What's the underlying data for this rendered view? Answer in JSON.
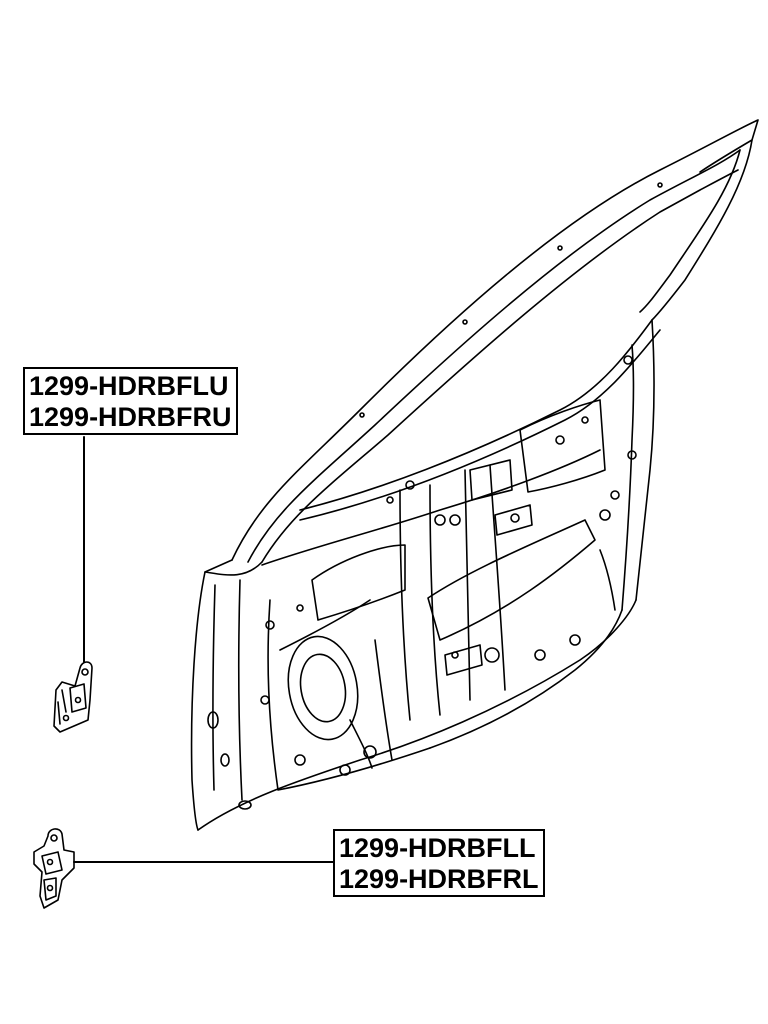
{
  "callouts": {
    "upper_hinge": {
      "line1": "1299-HDRBFLU",
      "line2": "1299-HDRBFRU"
    },
    "lower_hinge": {
      "line1": "1299-HDRBFLL",
      "line2": "1299-HDRBFRL"
    }
  },
  "colors": {
    "line": "#000000",
    "background": "#ffffff"
  }
}
